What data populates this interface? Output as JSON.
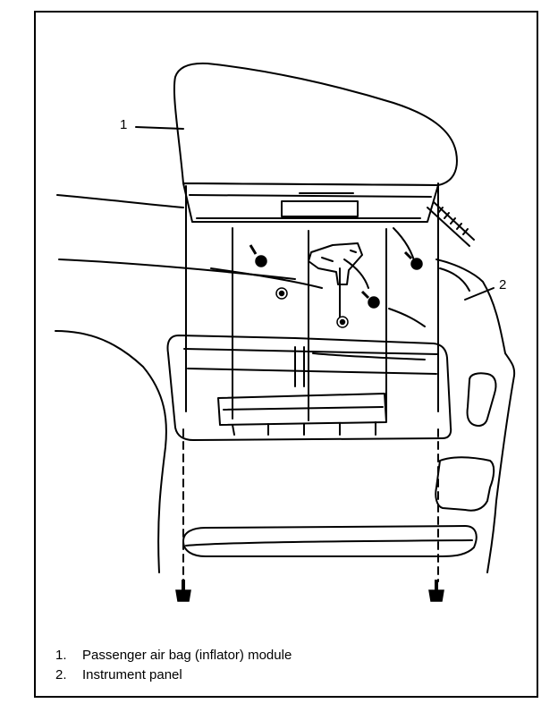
{
  "callouts": [
    {
      "number": "1"
    },
    {
      "number": "2"
    }
  ],
  "legend": [
    {
      "number": "1.",
      "label": "Passenger air bag (inflator) module"
    },
    {
      "number": "2.",
      "label": "Instrument panel"
    }
  ]
}
